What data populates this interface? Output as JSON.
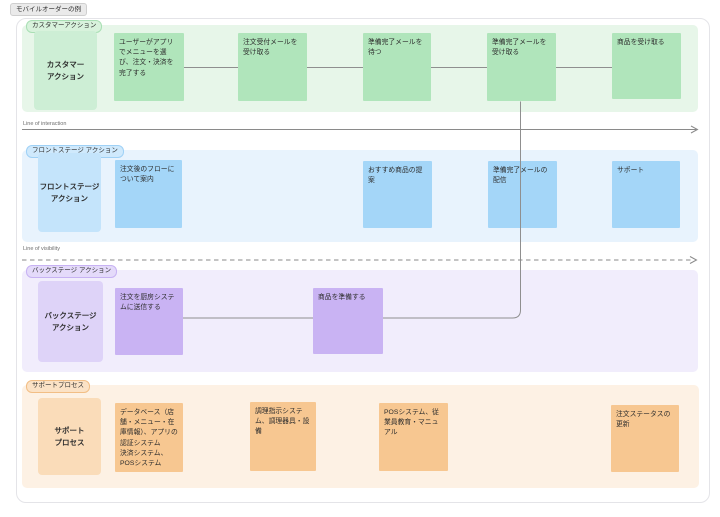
{
  "title_badge": "モバイルオーダーの例",
  "separators": {
    "interaction_label": "Line of interaction",
    "visibility_label": "Line of visibility"
  },
  "ui": {
    "connector": "#8f8f8f",
    "separator": "#8a8a8a",
    "frame-border": "#e4e4e8",
    "title-badge-bg": "#eaeaea",
    "title-badge-border": "#cfcfcf",
    "text": "#2d2d2d",
    "label": "#6f6f6f"
  },
  "lanes": [
    {
      "name": "customer-actions",
      "badge": "カスタマーアクション",
      "header": "カスタマー\nアクション",
      "colors": {
        "section": "#e7f6e9",
        "badge-bg": "#d8f2dc",
        "badge-border": "#a9dfb4",
        "header-bg": "#cdeed5",
        "sticky-bg": "#b0e5bb"
      },
      "stickies": [
        "ユーザーがアプリでメニューを選び、注文・決済を完了する",
        "注文受付メールを受け取る",
        "準備完了メールを待つ",
        "準備完了メールを受け取る",
        "商品を受け取る"
      ]
    },
    {
      "name": "frontstage-actions",
      "badge": "フロントステージ アクション",
      "header": "フロントステージ\nアクション",
      "colors": {
        "section": "#e8f3fd",
        "badge-bg": "#cfe9fc",
        "badge-border": "#9fd1f6",
        "header-bg": "#c4e4fb",
        "sticky-bg": "#a4d6f8"
      },
      "stickies": [
        "注文後のフローについて案内",
        "おすすめ商品の提案",
        "準備完了メールの配信",
        "サポート"
      ]
    },
    {
      "name": "backstage-actions",
      "badge": "バックステージ アクション",
      "header": "バックステージ\nアクション",
      "colors": {
        "section": "#f1edfc",
        "badge-bg": "#e4dafa",
        "badge-border": "#c7b2f3",
        "header-bg": "#ded3f8",
        "sticky-bg": "#c9b3f3"
      },
      "stickies": [
        "注文を厨房システムに送信する",
        "商品を準備する"
      ]
    },
    {
      "name": "support-process",
      "badge": "サポートプロセス",
      "header": "サポート\nプロセス",
      "colors": {
        "section": "#fdf1e4",
        "badge-bg": "#fbe2c6",
        "badge-border": "#f2be85",
        "header-bg": "#fadcb9",
        "sticky-bg": "#f7c791"
      },
      "stickies": [
        "データベース（店舗・メニュー・在庫情報）、アプリの認証システム\n決済システム、\nPOSシステム",
        "調理指示システム、調理器具・設備",
        "POSシステム、従業員教育・マニュアル",
        "注文ステータスの更新"
      ]
    }
  ]
}
